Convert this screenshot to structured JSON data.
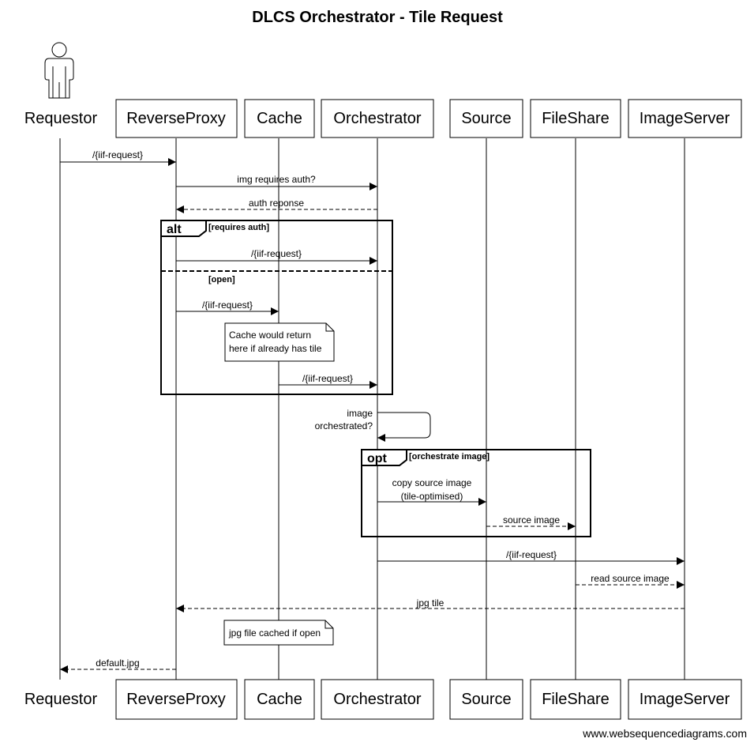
{
  "title": "DLCS Orchestrator - Tile Request",
  "footer": "www.websequencediagrams.com",
  "actor": {
    "name": "Requestor",
    "icon": "person-icon"
  },
  "participants": [
    "ReverseProxy",
    "Cache",
    "Orchestrator",
    "Source",
    "FileShare",
    "ImageServer"
  ],
  "messages": [
    {
      "from": "Requestor",
      "to": "ReverseProxy",
      "label": "/{iif-request}",
      "style": "solid"
    },
    {
      "from": "ReverseProxy",
      "to": "Orchestrator",
      "label": "img requires auth?",
      "style": "solid"
    },
    {
      "from": "Orchestrator",
      "to": "ReverseProxy",
      "label": "auth reponse",
      "style": "dashed"
    },
    {
      "from": "ReverseProxy",
      "to": "Orchestrator",
      "label": "/{iif-request}",
      "style": "solid"
    },
    {
      "from": "ReverseProxy",
      "to": "Cache",
      "label": "/{iif-request}",
      "style": "solid"
    },
    {
      "from": "Cache",
      "to": "Orchestrator",
      "label": "/{iif-request}",
      "style": "solid"
    },
    {
      "from": "Orchestrator",
      "to": "Orchestrator",
      "label": [
        "image",
        "orchestrated?"
      ],
      "style": "solid"
    },
    {
      "from": "Orchestrator",
      "to": "Source",
      "label": [
        "copy source image",
        "(tile-optimised)"
      ],
      "style": "solid"
    },
    {
      "from": "Source",
      "to": "FileShare",
      "label": "source image",
      "style": "dashed"
    },
    {
      "from": "Orchestrator",
      "to": "ImageServer",
      "label": "/{iif-request}",
      "style": "solid"
    },
    {
      "from": "FileShare",
      "to": "ImageServer",
      "label": "read source image",
      "style": "dashed"
    },
    {
      "from": "ImageServer",
      "to": "ReverseProxy",
      "label": "jpg tile",
      "style": "dashed"
    },
    {
      "from": "ReverseProxy",
      "to": "Requestor",
      "label": "default.jpg",
      "style": "dashed"
    }
  ],
  "notes": [
    {
      "over": "Cache",
      "text": [
        "Cache would return",
        "here if already has tile"
      ]
    },
    {
      "over": "Cache",
      "text": [
        "jpg file cached if open"
      ]
    }
  ],
  "fragments": [
    {
      "operator": "alt",
      "guards": [
        "[requires auth]",
        "[open]"
      ]
    },
    {
      "operator": "opt",
      "guards": [
        "[orchestrate image]"
      ]
    }
  ]
}
